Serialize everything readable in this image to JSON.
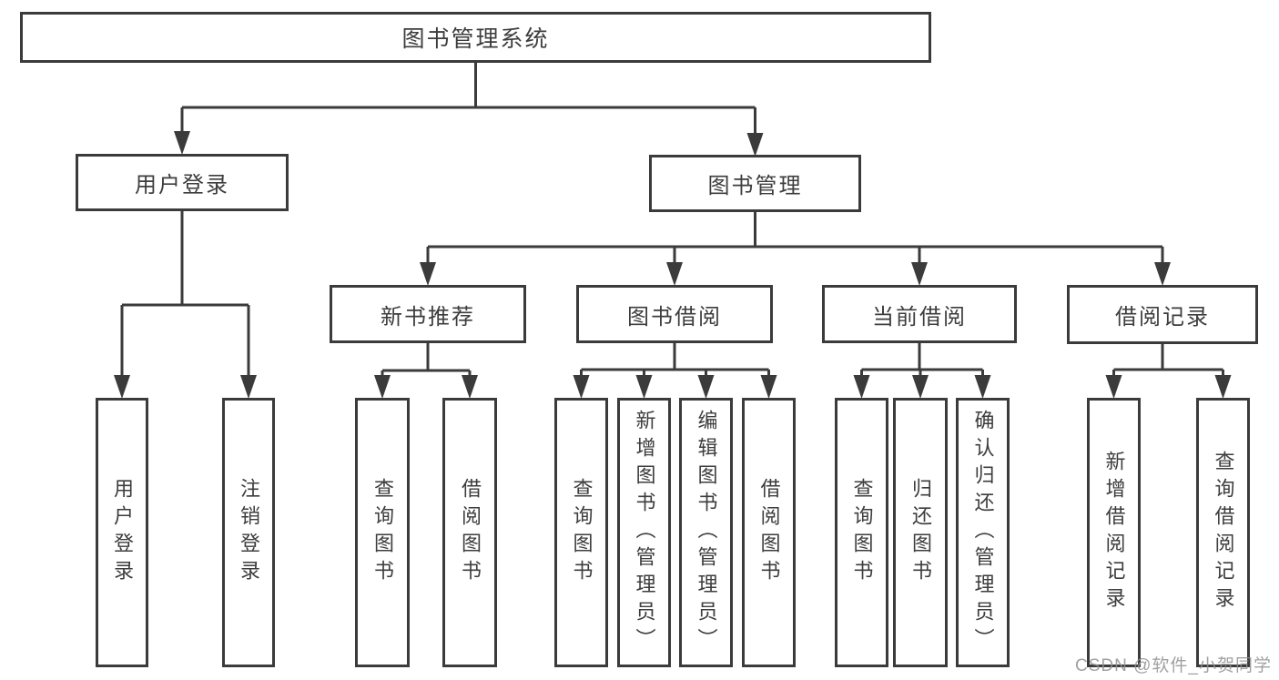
{
  "title": "图书管理系统",
  "watermark": "CSDN @软件_小贺同学",
  "colors": {
    "line": "#3b3b3b",
    "text": "#3d3d3d",
    "background": "#ffffff",
    "watermark": "#919191"
  },
  "level2": [
    {
      "label": "用户登录",
      "parent": "图书管理系统"
    },
    {
      "label": "图书管理",
      "parent": "图书管理系统"
    }
  ],
  "level3": [
    {
      "label": "新书推荐",
      "parent": "图书管理"
    },
    {
      "label": "图书借阅",
      "parent": "图书管理"
    },
    {
      "label": "当前借阅",
      "parent": "图书管理"
    },
    {
      "label": "借阅记录",
      "parent": "图书管理"
    }
  ],
  "leaves": [
    {
      "label": "用户登录",
      "parent": "用户登录"
    },
    {
      "label": "注销登录",
      "parent": "用户登录"
    },
    {
      "label": "查询图书",
      "parent": "新书推荐"
    },
    {
      "label": "借阅图书",
      "parent": "新书推荐"
    },
    {
      "label": "查询图书",
      "parent": "图书借阅"
    },
    {
      "label": "新增图书（管理员）",
      "parent": "图书借阅"
    },
    {
      "label": "编辑图书（管理员）",
      "parent": "图书借阅"
    },
    {
      "label": "借阅图书",
      "parent": "图书借阅"
    },
    {
      "label": "查询图书",
      "parent": "当前借阅"
    },
    {
      "label": "归还图书",
      "parent": "当前借阅"
    },
    {
      "label": "确认归还（管理员）",
      "parent": "当前借阅"
    },
    {
      "label": "新增借阅记录",
      "parent": "借阅记录"
    },
    {
      "label": "查询借阅记录",
      "parent": "借阅记录"
    }
  ]
}
